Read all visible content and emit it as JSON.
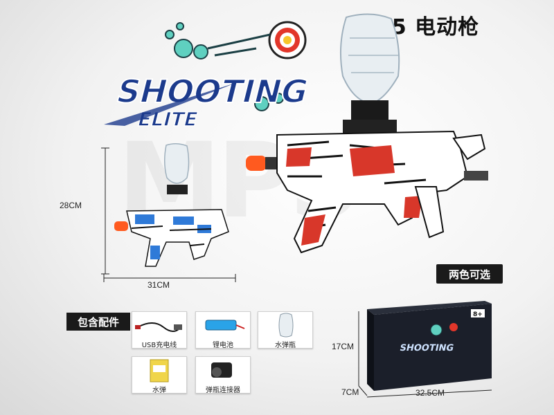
{
  "title": "MP5 电动枪",
  "logo": {
    "line1": "SHOOTING",
    "line2": "ELITE"
  },
  "watermark": "MP5",
  "small_gun": {
    "height_label": "28CM",
    "width_label": "31CM"
  },
  "color_badge": "两色可选",
  "accessories": {
    "header": "包含配件",
    "items": [
      {
        "label": "USB充电线",
        "icon": "usb-cable-icon"
      },
      {
        "label": "锂电池",
        "icon": "battery-icon"
      },
      {
        "label": "水弹瓶",
        "icon": "ammo-bottle-icon"
      },
      {
        "label": "水弹",
        "icon": "ammo-pack-icon"
      },
      {
        "label": "弹瓶连接器",
        "icon": "connector-icon"
      }
    ]
  },
  "box": {
    "logo": "SHOOTING",
    "badge": "8+",
    "height_label": "17CM",
    "depth_label": "7CM",
    "width_label": "32.5CM"
  },
  "colors": {
    "red_gun": "#d8372a",
    "blue_gun": "#2f7ad8",
    "accent_orange": "#ff5a1f"
  }
}
